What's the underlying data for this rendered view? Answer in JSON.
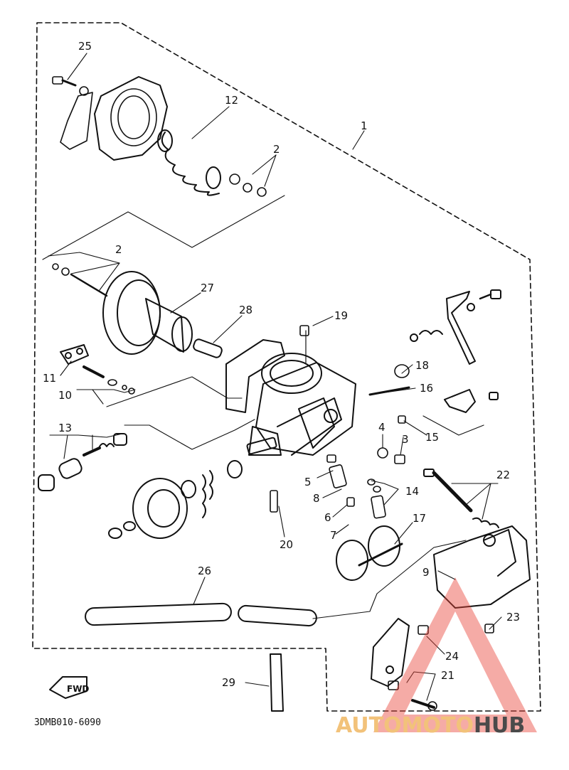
{
  "diagram": {
    "code": "3DMB010-6090",
    "fwd_label": "FWD",
    "watermark": {
      "part1": "AUTOMOTO",
      "part2": "HUB",
      "color_main": "#f2a93b",
      "color_dark": "#333333",
      "triangle_color": "#e8443a"
    },
    "parts": [
      {
        "id": "p25",
        "label": "25"
      },
      {
        "id": "p12",
        "label": "12"
      },
      {
        "id": "p1",
        "label": "1"
      },
      {
        "id": "p2a",
        "label": "2"
      },
      {
        "id": "p2b",
        "label": "2"
      },
      {
        "id": "p27",
        "label": "27"
      },
      {
        "id": "p28",
        "label": "28"
      },
      {
        "id": "p19",
        "label": "19"
      },
      {
        "id": "p11",
        "label": "11"
      },
      {
        "id": "p10",
        "label": "10"
      },
      {
        "id": "p18",
        "label": "18"
      },
      {
        "id": "p16",
        "label": "16"
      },
      {
        "id": "p13",
        "label": "13"
      },
      {
        "id": "p4",
        "label": "4"
      },
      {
        "id": "p3",
        "label": "3"
      },
      {
        "id": "p15",
        "label": "15"
      },
      {
        "id": "p5",
        "label": "5"
      },
      {
        "id": "p22",
        "label": "22"
      },
      {
        "id": "p8",
        "label": "8"
      },
      {
        "id": "p14",
        "label": "14"
      },
      {
        "id": "p6",
        "label": "6"
      },
      {
        "id": "p17",
        "label": "17"
      },
      {
        "id": "p7",
        "label": "7"
      },
      {
        "id": "p20",
        "label": "20"
      },
      {
        "id": "p26",
        "label": "26"
      },
      {
        "id": "p9",
        "label": "9"
      },
      {
        "id": "p23",
        "label": "23"
      },
      {
        "id": "p24",
        "label": "24"
      },
      {
        "id": "p21",
        "label": "21"
      },
      {
        "id": "p29",
        "label": "29"
      }
    ]
  }
}
